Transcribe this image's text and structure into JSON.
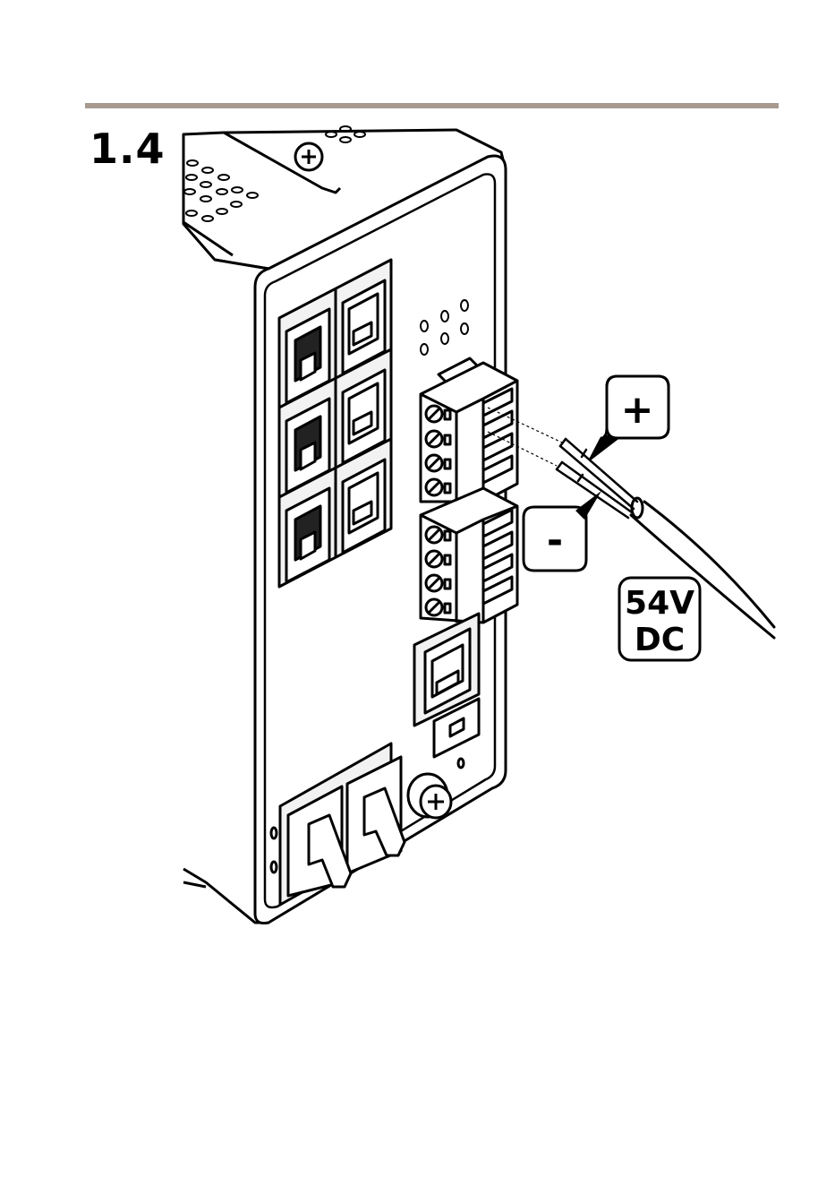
{
  "step": {
    "number": "1.4"
  },
  "callouts": {
    "positive": {
      "symbol": "+"
    },
    "negative": {
      "symbol": "-"
    },
    "voltage": {
      "line1": "54V",
      "line2": "DC"
    }
  },
  "colors": {
    "rule": "#a89a8e",
    "ink": "#000000",
    "paper": "#ffffff",
    "metal_light": "#f2f2f2",
    "metal_dark": "#cfcfcf"
  },
  "icons": {
    "rj45_port": "rj45-port-icon",
    "terminal_block": "terminal-block-icon",
    "grounding_screw": "grounding-screw-icon",
    "fiber_port": "sfp-port-icon"
  }
}
